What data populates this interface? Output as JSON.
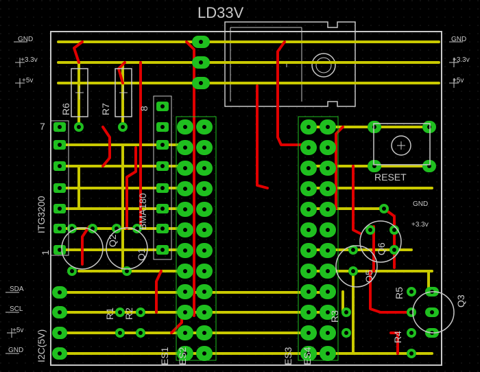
{
  "title": "LD33V",
  "rails": {
    "gnd": "GND",
    "v33": "+3.3v",
    "v5": "+5v"
  },
  "left_labels": [
    "SDA",
    "SCL",
    "+5v",
    "GND"
  ],
  "right_labels": [
    "GND",
    "+3.3v",
    "+5v"
  ],
  "mid_right_labels": [
    "GND",
    "+3.3v"
  ],
  "components": {
    "itg": "ITG3200",
    "bma": "BMA180",
    "r6": "R6",
    "r7": "R7",
    "r1": "R1",
    "r2": "R2",
    "r3": "R3",
    "r4": "R4",
    "r5": "R5",
    "q1": "Q1",
    "q2": "Q2",
    "q3": "Q3",
    "q5": "Q5",
    "q6": "Q6",
    "reset": "RESET",
    "i2c": "I2C(5V)",
    "es1": "ES1",
    "es2": "ES2",
    "es3": "ES3",
    "es4": "ES4",
    "pin7": "7",
    "pin1": "1",
    "pin8": "8"
  },
  "colors": {
    "board": "#000000",
    "outline": "#c8c8c8",
    "trace_yellow": "#c9c900",
    "trace_red": "#e00000",
    "pad": "#1fbf1f"
  }
}
